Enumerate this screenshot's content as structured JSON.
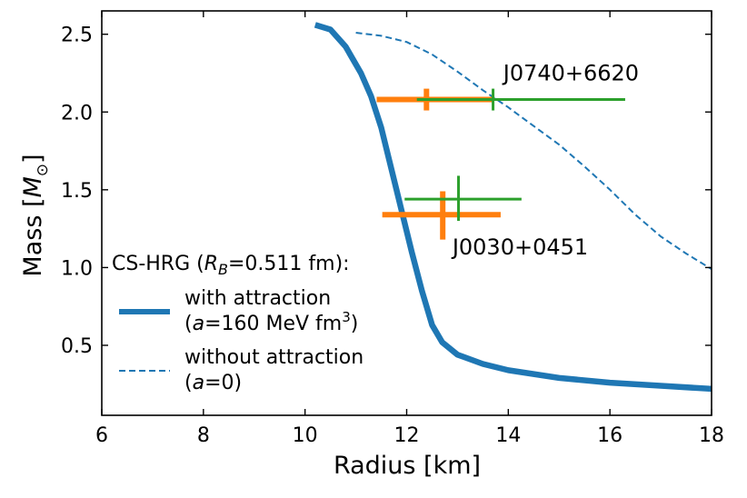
{
  "chart_data": {
    "type": "line",
    "xlabel": "Radius [km]",
    "ylabel_main": "Mass [",
    "ylabel_unit": "M",
    "ylabel_sub": "⊙",
    "ylabel_close": "]",
    "xlim": [
      6,
      18
    ],
    "ylim": [
      0.05,
      2.65
    ],
    "xticks": [
      6,
      8,
      10,
      12,
      14,
      16,
      18
    ],
    "xtick_labels": [
      "6",
      "8",
      "10",
      "12",
      "14",
      "16",
      "18"
    ],
    "yticks": [
      0.5,
      1.0,
      1.5,
      2.0,
      2.5
    ],
    "ytick_labels": [
      "0.5",
      "1.0",
      "1.5",
      "2.0",
      "2.5"
    ],
    "series": [
      {
        "key": "with",
        "color": "#1f77b4",
        "style": "solid",
        "x": [
          10.2,
          10.5,
          10.8,
          11.1,
          11.3,
          11.5,
          11.65,
          11.8,
          11.95,
          12.1,
          12.3,
          12.5,
          12.7,
          13.0,
          13.5,
          14.0,
          15.0,
          16.0,
          17.0,
          18.0
        ],
        "y": [
          2.56,
          2.53,
          2.42,
          2.25,
          2.1,
          1.9,
          1.7,
          1.5,
          1.3,
          1.1,
          0.85,
          0.63,
          0.52,
          0.44,
          0.38,
          0.34,
          0.29,
          0.26,
          0.24,
          0.22
        ]
      },
      {
        "key": "without",
        "color": "#1f77b4",
        "style": "dashed",
        "x": [
          11.0,
          11.5,
          12.0,
          12.5,
          13.0,
          13.5,
          14.0,
          14.5,
          15.0,
          15.5,
          16.0,
          16.5,
          17.0,
          17.5,
          18.0
        ],
        "y": [
          2.51,
          2.49,
          2.45,
          2.37,
          2.26,
          2.14,
          2.03,
          1.91,
          1.79,
          1.65,
          1.5,
          1.34,
          1.2,
          1.09,
          0.99
        ]
      }
    ],
    "error_bars": [
      {
        "name": "J0740+6620",
        "color": "#ff7f0e",
        "x": 12.39,
        "y": 2.08,
        "xerr": [
          0.98,
          1.3
        ],
        "yerr": [
          0.07,
          0.07
        ],
        "width": 6
      },
      {
        "name": "J0740+6620",
        "color": "#2ca02c",
        "x": 13.7,
        "y": 2.08,
        "xerr": [
          1.5,
          2.6
        ],
        "yerr": [
          0.07,
          0.07
        ],
        "width": 3
      },
      {
        "name": "J0030+0451",
        "color": "#ff7f0e",
        "x": 12.71,
        "y": 1.34,
        "xerr": [
          1.19,
          1.14
        ],
        "yerr": [
          0.16,
          0.15
        ],
        "width": 6
      },
      {
        "name": "J0030+0451",
        "color": "#2ca02c",
        "x": 13.02,
        "y": 1.44,
        "xerr": [
          1.06,
          1.24
        ],
        "yerr": [
          0.14,
          0.15
        ],
        "width": 3
      }
    ],
    "annotations": [
      {
        "key": "j0740",
        "text": "J0740+6620",
        "x": 13.9,
        "y": 2.25
      },
      {
        "key": "j0030",
        "text": "J0030+0451",
        "x": 12.9,
        "y": 1.13
      }
    ],
    "legend": {
      "placement": "lower-left",
      "title_prefix": "CS-HRG (",
      "title_var": "R",
      "title_sub": "B",
      "title_suffix": "=0.511 fm):",
      "entries": [
        {
          "key": "with",
          "line1": "with attraction",
          "line2_open": "(",
          "line2_var": "a",
          "line2_rest": "=160 MeV fm",
          "line2_sup": "3",
          "line2_close": ")"
        },
        {
          "key": "without",
          "line1": "without attraction",
          "line2_open": "(",
          "line2_var": "a",
          "line2_rest": "=0",
          "line2_sup": "",
          "line2_close": ")"
        }
      ]
    }
  }
}
